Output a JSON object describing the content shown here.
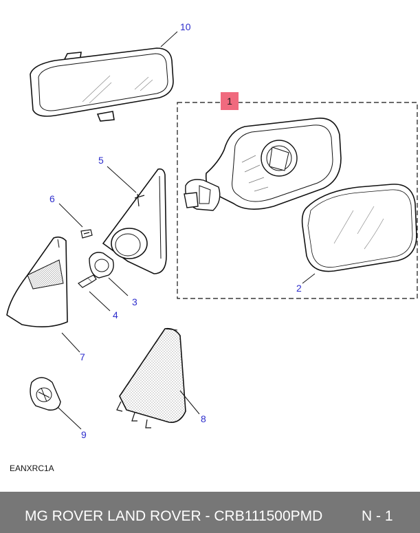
{
  "callouts": {
    "c1": "1",
    "c2": "2",
    "c3": "3",
    "c4": "4",
    "c5": "5",
    "c6": "6",
    "c7": "7",
    "c8": "8",
    "c9": "9",
    "c10": "10"
  },
  "diagram_code": "EANXRC1A",
  "footer": {
    "title": "MG ROVER LAND ROVER - CRB111500PMD",
    "page": "N - 1"
  },
  "colors": {
    "callout_text": "#2d2dcc",
    "callout_box": "#f06a7e",
    "footer_bg": "#777777"
  }
}
